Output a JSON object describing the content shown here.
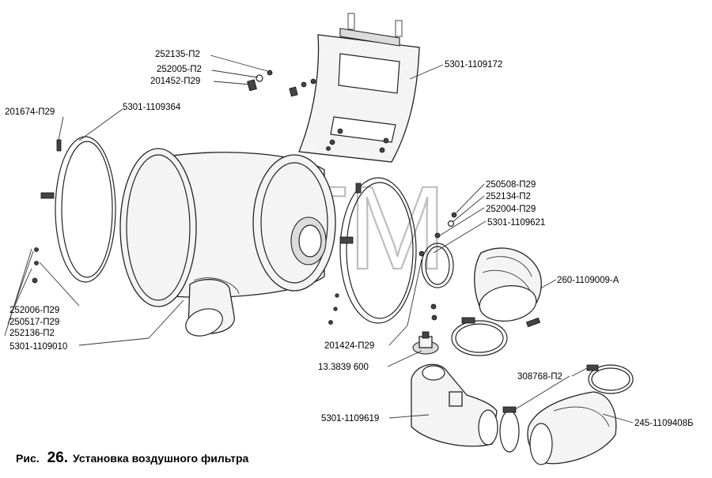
{
  "watermark": "ВТМ",
  "caption": {
    "prefix": "Рис.",
    "number": "26.",
    "title": "Установка воздушного фильтра"
  },
  "labels": {
    "l252135": "252135-П2",
    "l252005": "252005-П2",
    "l201452": "201452-П29",
    "l201674": "201674-П29",
    "l1109364": "5301-1109364",
    "l1109172": "5301-1109172",
    "l250508": "250508-П29",
    "l252134": "252134-П2",
    "l252004": "252004-П29",
    "l1109621": "5301-1109621",
    "l1109009": "260-1109009-А",
    "l252006": "252006-П29",
    "l250517": "250517-П29",
    "l252136": "252136-П2",
    "l1109010": "5301-1109010",
    "l201424": "201424-П29",
    "l3839600": "13.3839 600",
    "l308768": "308768-П2",
    "l1109619": "5301-1109619",
    "l1109408": "245-1109408Б"
  }
}
